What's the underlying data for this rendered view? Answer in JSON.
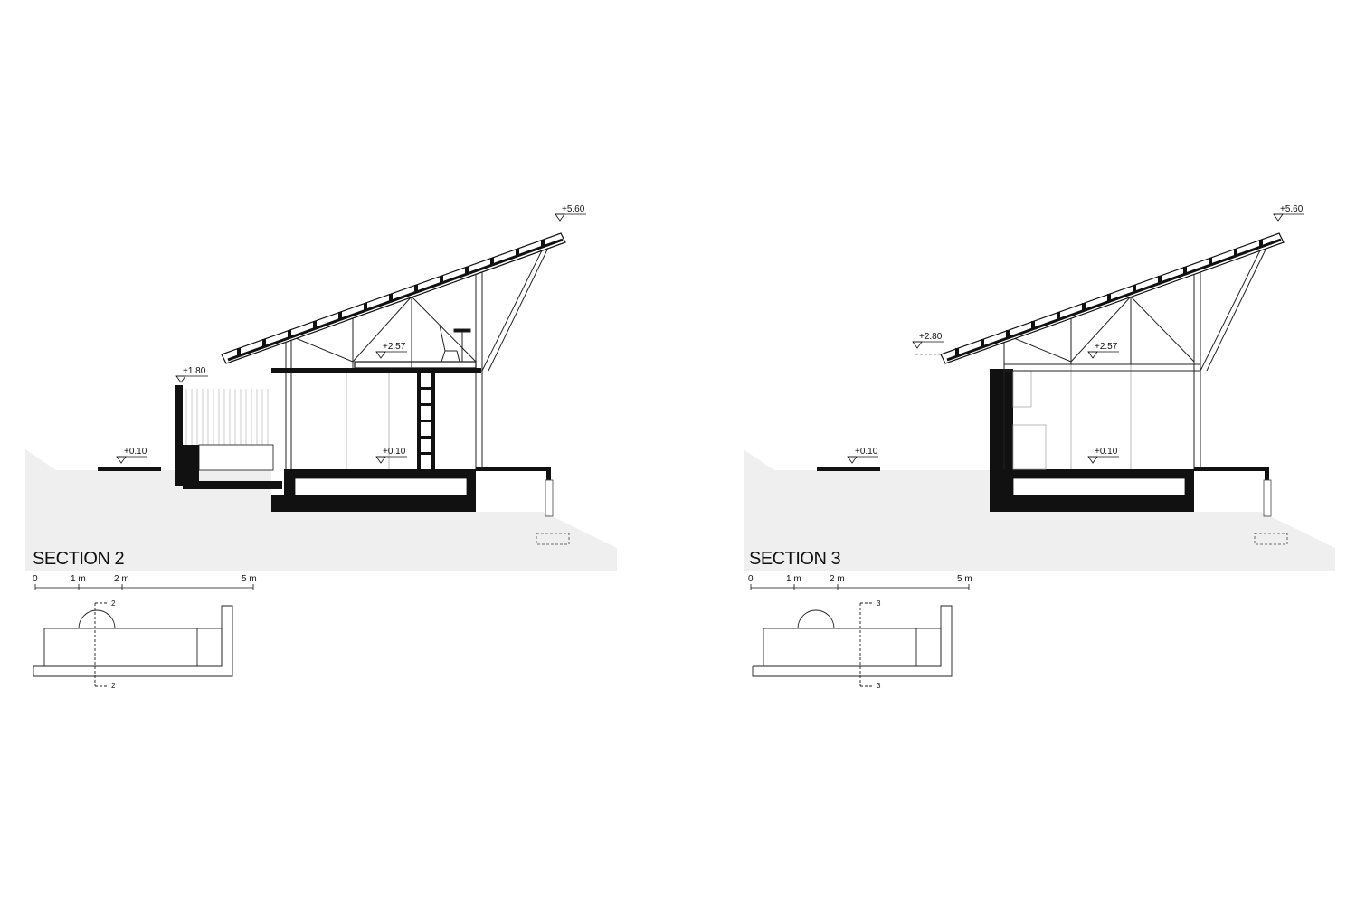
{
  "sections": [
    {
      "title": "SECTION 2",
      "levels": {
        "roof_top": "+5.60",
        "loft": "+2.57",
        "deck": "+1.80",
        "ground": "+0.10",
        "floor": "+0.10"
      },
      "scale_labels": [
        "0",
        "1 m",
        "2 m",
        "5 m"
      ],
      "cut_mark": "2"
    },
    {
      "title": "SECTION 3",
      "levels": {
        "roof_top": "+5.60",
        "loft": "+2.57",
        "eave": "+2.80",
        "ground": "+0.10",
        "floor": "+0.10"
      },
      "scale_labels": [
        "0",
        "1 m",
        "2 m",
        "5 m"
      ],
      "cut_mark": "3"
    }
  ],
  "colors": {
    "ground_fill": "#efefef",
    "ink": "#111111",
    "line": "#444444"
  }
}
